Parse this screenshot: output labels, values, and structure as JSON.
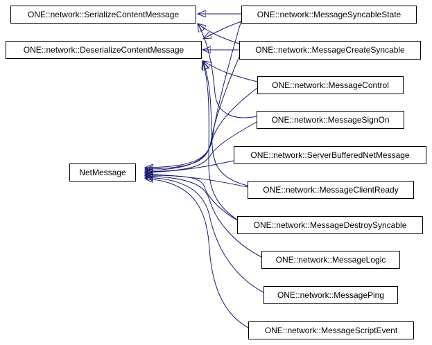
{
  "diagram": {
    "type": "class-inheritance-graph",
    "colors": {
      "edge": "#191970",
      "node_border": "#000000",
      "node_fill": "#ffffff",
      "text": "#000000",
      "background": "#ffffff"
    },
    "nodes": [
      {
        "id": "serialize",
        "label": "ONE::network::SerializeContentMessage"
      },
      {
        "id": "deserialize",
        "label": "ONE::network::DeserializeContentMessage"
      },
      {
        "id": "netmessage",
        "label": "NetMessage"
      },
      {
        "id": "syncable-state",
        "label": "ONE::network::MessageSyncableState"
      },
      {
        "id": "create-syncable",
        "label": "ONE::network::MessageCreateSyncable"
      },
      {
        "id": "control",
        "label": "ONE::network::MessageControl"
      },
      {
        "id": "sign-on",
        "label": "ONE::network::MessageSignOn"
      },
      {
        "id": "server-buffered",
        "label": "ONE::network::ServerBufferedNetMessage"
      },
      {
        "id": "client-ready",
        "label": "ONE::network::MessageClientReady"
      },
      {
        "id": "destroy-syncable",
        "label": "ONE::network::MessageDestroySyncable"
      },
      {
        "id": "logic",
        "label": "ONE::network::MessageLogic"
      },
      {
        "id": "ping",
        "label": "ONE::network::MessagePing"
      },
      {
        "id": "script-event",
        "label": "ONE::network::MessageScriptEvent"
      }
    ],
    "edges": [
      {
        "from": "syncable-state",
        "to": "serialize"
      },
      {
        "from": "syncable-state",
        "to": "deserialize"
      },
      {
        "from": "syncable-state",
        "to": "netmessage"
      },
      {
        "from": "create-syncable",
        "to": "serialize"
      },
      {
        "from": "create-syncable",
        "to": "deserialize"
      },
      {
        "from": "create-syncable",
        "to": "netmessage"
      },
      {
        "from": "control",
        "to": "deserialize"
      },
      {
        "from": "control",
        "to": "netmessage"
      },
      {
        "from": "sign-on",
        "to": "serialize"
      },
      {
        "from": "sign-on",
        "to": "netmessage"
      },
      {
        "from": "server-buffered",
        "to": "netmessage"
      },
      {
        "from": "client-ready",
        "to": "deserialize"
      },
      {
        "from": "client-ready",
        "to": "netmessage"
      },
      {
        "from": "destroy-syncable",
        "to": "deserialize"
      },
      {
        "from": "destroy-syncable",
        "to": "netmessage"
      },
      {
        "from": "logic",
        "to": "netmessage"
      },
      {
        "from": "ping",
        "to": "netmessage"
      },
      {
        "from": "script-event",
        "to": "netmessage"
      }
    ]
  }
}
